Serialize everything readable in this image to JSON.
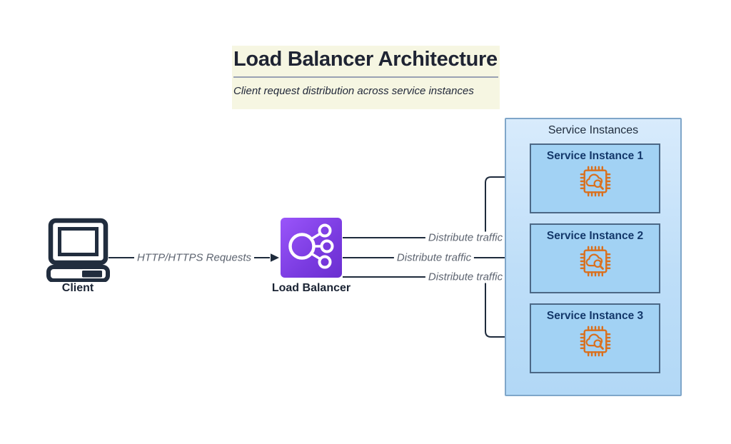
{
  "title": {
    "text": "Load Balancer Architecture",
    "subtitle": "Client request distribution across service instances"
  },
  "client": {
    "label": "Client"
  },
  "load_balancer": {
    "label": "Load Balancer"
  },
  "edges": {
    "client_to_lb": "HTTP/HTTPS Requests",
    "distribute_1": "Distribute traffic",
    "distribute_2": "Distribute traffic",
    "distribute_3": "Distribute traffic"
  },
  "service_group": {
    "label": "Service Instances",
    "instances": [
      {
        "label": "Service Instance 1"
      },
      {
        "label": "Service Instance 2"
      },
      {
        "label": "Service Instance 3"
      }
    ]
  },
  "icons": {
    "client": "computer-icon",
    "load_balancer": "load-balancer-network-icon",
    "instance": "chip-cloud-search-icon"
  },
  "colors": {
    "title_highlight": "#f6f6e2",
    "divider": "#99a1b3",
    "dark_navy": "#1e2b3c",
    "edge_label_gray": "#5d6470",
    "lb_purple_light": "#9a55fa",
    "lb_purple_dark": "#6b2fd0",
    "group_bg": "#c4e1f8",
    "group_border": "#7fa6c9",
    "instance_bg": "#a2d2f4",
    "instance_border": "#4c6886",
    "instance_title_blue": "#14386a",
    "chip_orange": "#d9701e"
  }
}
